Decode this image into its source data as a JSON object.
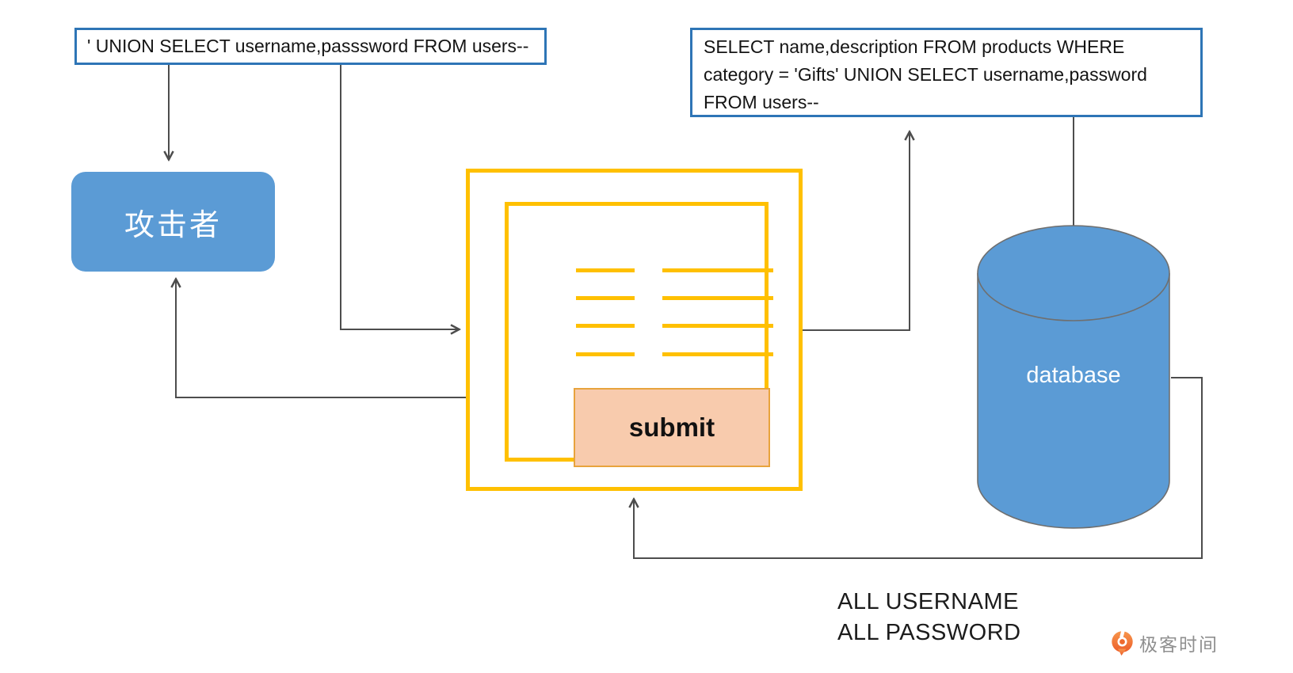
{
  "colors": {
    "box_border_blue": "#2E75B6",
    "blue_fill": "#5B9BD5",
    "accent_orange": "#FFC000",
    "submit_fill": "#F8CBAD",
    "submit_border": "#E8A33D",
    "line_gray": "#4d4d4d",
    "db_stroke": "#6f6f6f",
    "logo_orange": "#EE7231"
  },
  "payload_box": {
    "text": "' UNION SELECT username,passsword FROM users--"
  },
  "query_box": {
    "lines": [
      "SELECT name,description FROM products WHERE",
      "category = 'Gifts' UNION SELECT username,password",
      "FROM users--"
    ]
  },
  "attacker": {
    "label": "攻击者"
  },
  "form": {
    "submit_label": "submit"
  },
  "database": {
    "label": "database"
  },
  "result": {
    "line1": "ALL USERNAME",
    "line2": "ALL PASSWORD"
  },
  "logo": {
    "icon": "geektime-logo-icon",
    "text": "极客时间"
  }
}
